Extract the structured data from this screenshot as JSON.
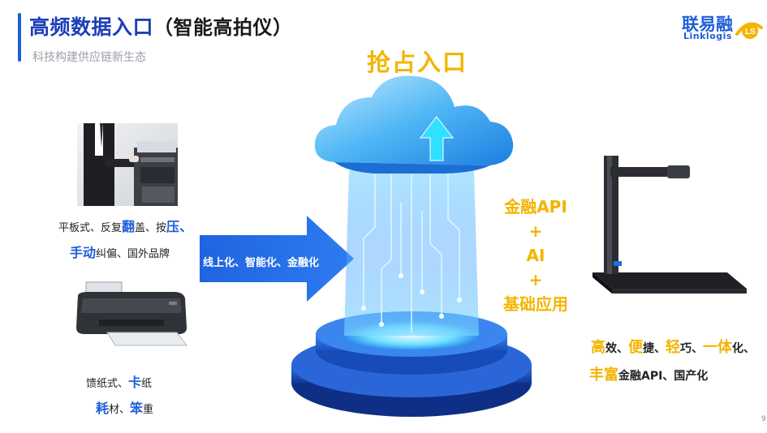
{
  "header": {
    "title": "高频数据入口",
    "title_suffix": "（智能高拍仪）",
    "subtitle": "科技构建供应链新生态"
  },
  "logo": {
    "cn": "联易融",
    "en": "Linklogis",
    "mark": "LS"
  },
  "hero": {
    "text": "抢占入口"
  },
  "arrow": {
    "label": "线上化、智能化、金融化"
  },
  "left_features": {
    "line1": {
      "a": "平板式、反复",
      "b": "翻",
      "c": "盖、按",
      "d": "压",
      "e": "、"
    },
    "line2": {
      "a": "手动",
      "b": "纠偏、国外品牌"
    },
    "line3": {
      "a": "馈纸式、",
      "b": "卡",
      "c": "纸"
    },
    "line4": {
      "a": "耗",
      "b": "材、",
      "c": "笨",
      "d": "重"
    }
  },
  "stack": {
    "l1": "金融API",
    "l2": "+",
    "l3": "AI",
    "l4": "+",
    "l5": "基础应用"
  },
  "advantages": {
    "line1": {
      "a": "高",
      "b": "效、",
      "c": "便",
      "d": "捷、",
      "e": "轻",
      "f": "巧、",
      "g": "一体",
      "h": "化、"
    },
    "line2": {
      "a": "丰富",
      "b": "金融API、国产化"
    }
  },
  "page_number": "9",
  "colors": {
    "blue": "#1e5fd8",
    "gold": "#f4b400",
    "title_blue": "#1c3fb8"
  },
  "icons": [
    "cloud-upload-icon",
    "arrow-right-icon",
    "printer-icon",
    "scanner-icon"
  ]
}
